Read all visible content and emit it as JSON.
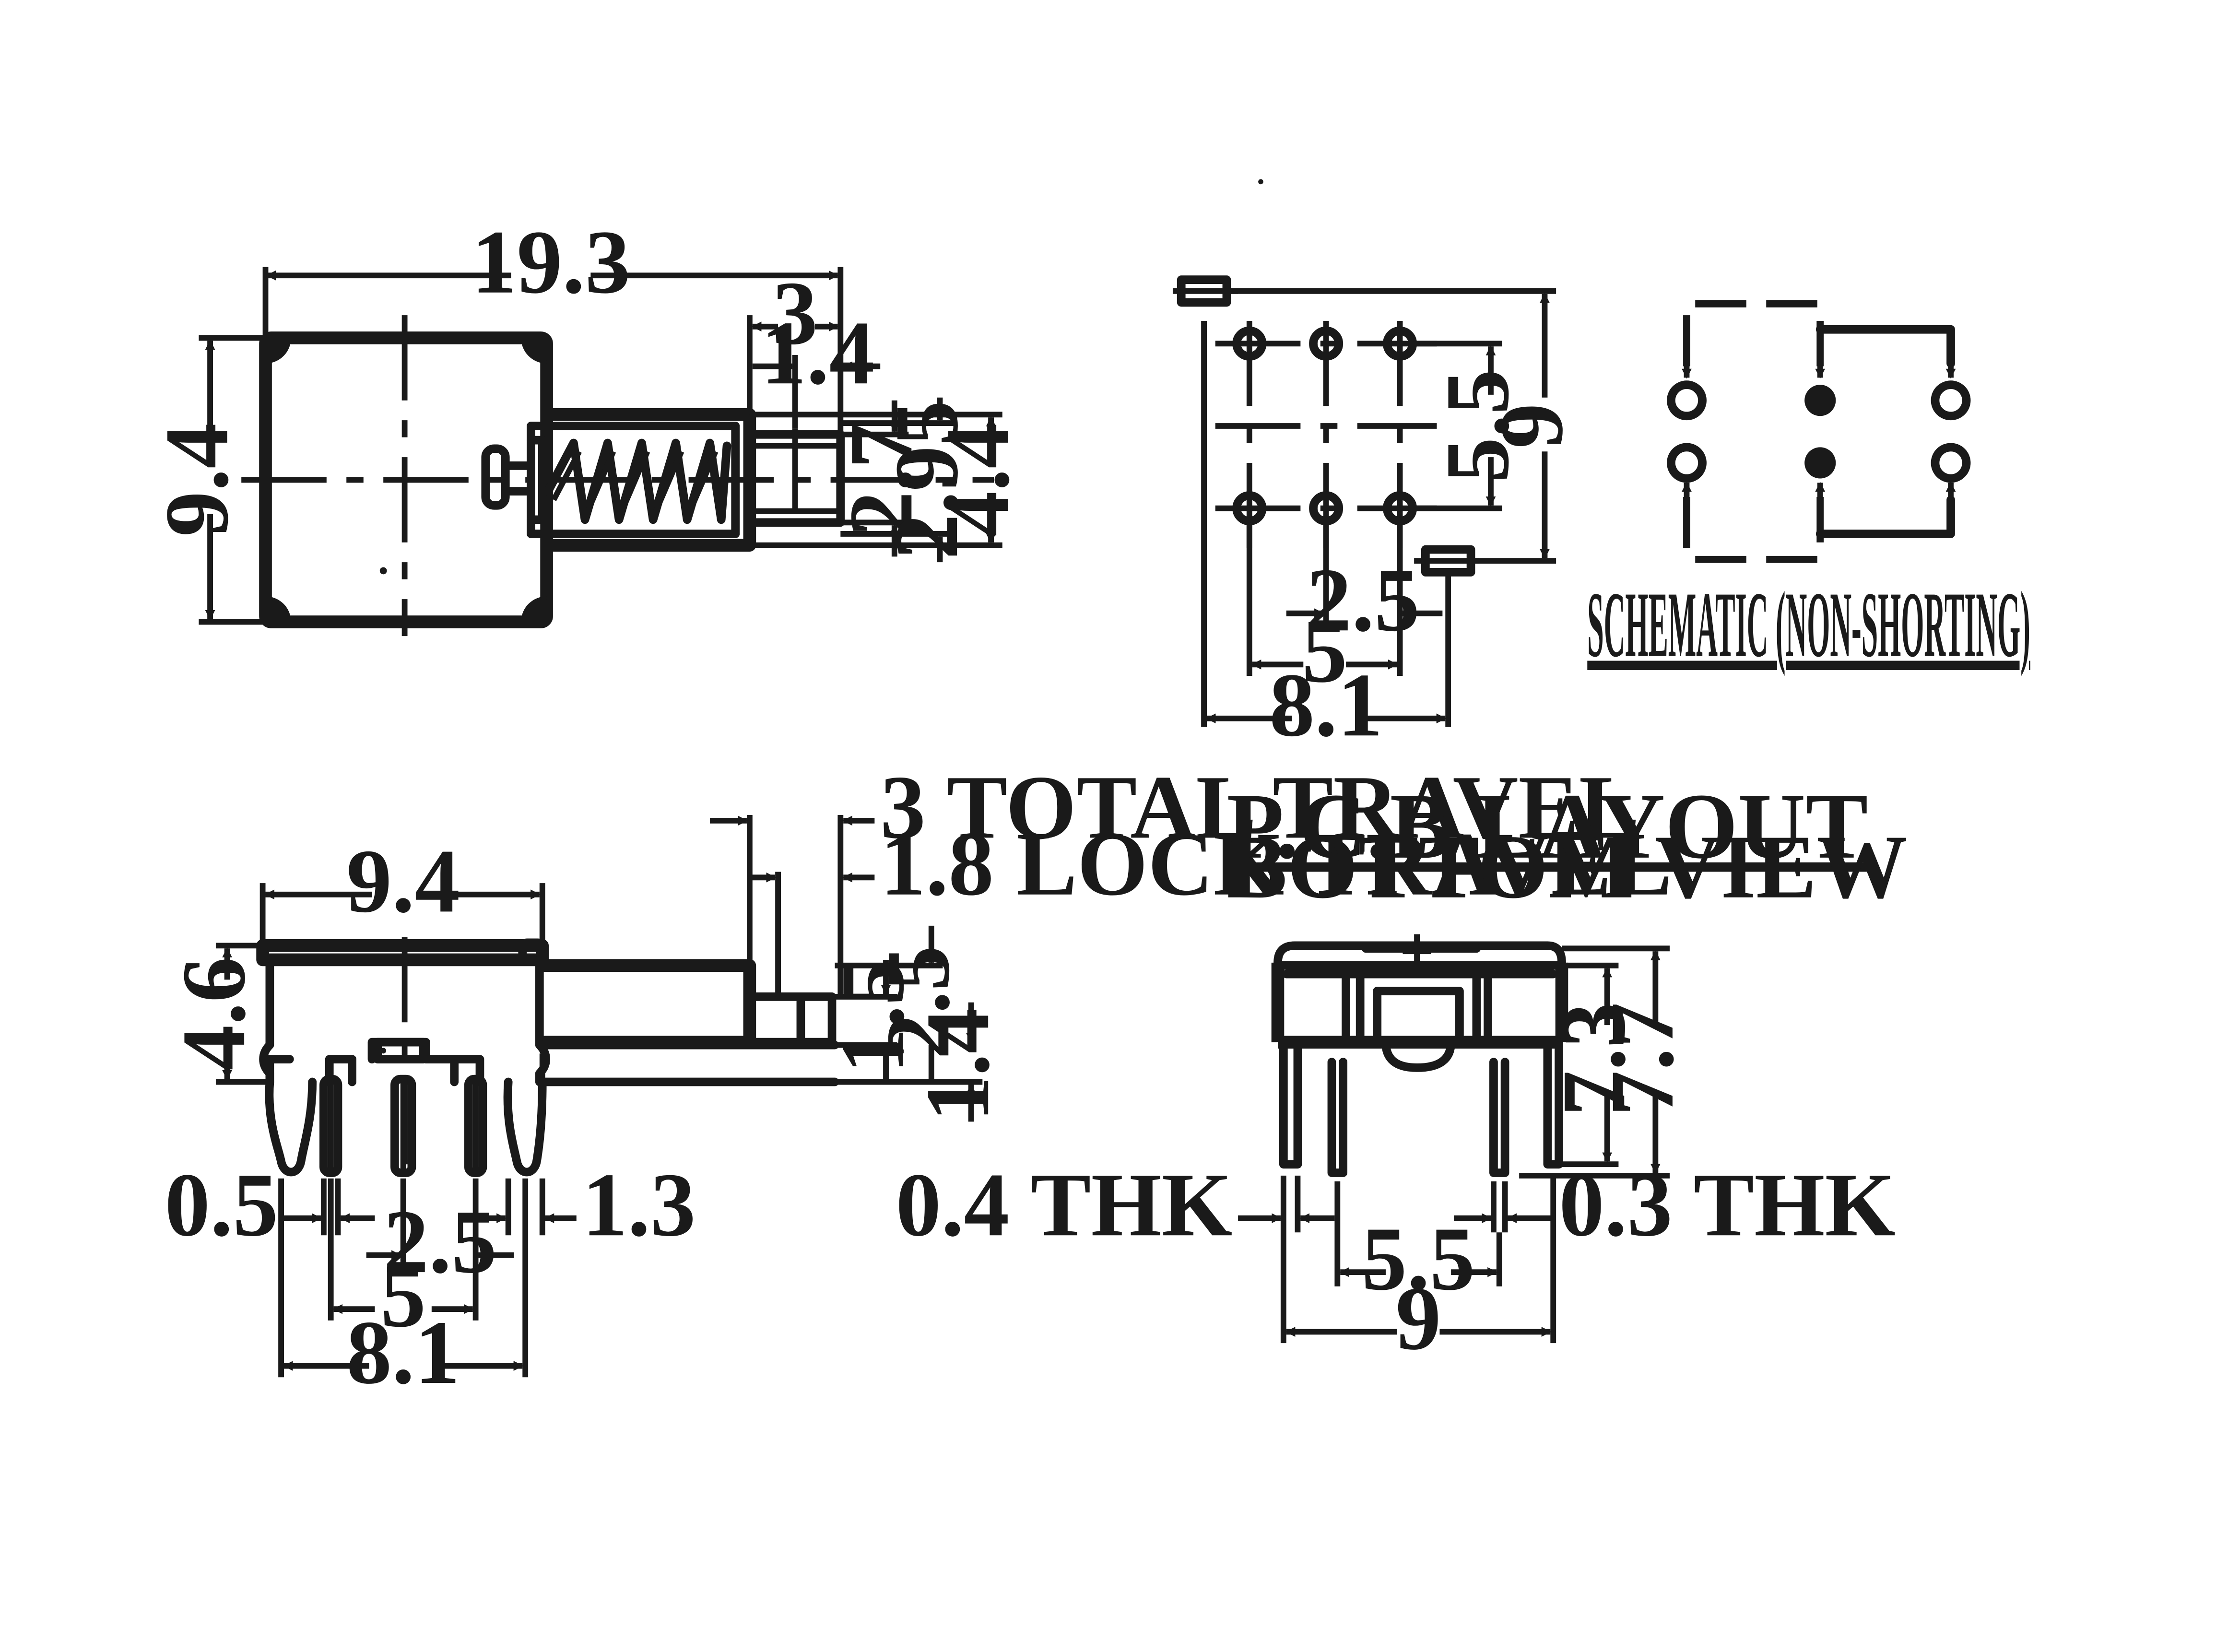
{
  "views": {
    "top": {
      "dim_length": "19.3",
      "dim_height": "9.4",
      "dim_stem": "3",
      "dim_stem_inner": "1.4",
      "dim_a": "2.7",
      "dim_b": "2.95",
      "dim_c": "4.4"
    },
    "pcb": {
      "dim_row": "5.5",
      "dim_height": "9",
      "dim_pitch": "2.5",
      "dim_span": "5",
      "dim_width": "8.1"
    },
    "schematic": {
      "label": "SCHEMATIC (NON-SHORTING)"
    },
    "side": {
      "total_travel": "3 TOTAL TRAVEL",
      "lock_travel": "1.8 LOCK TRAVEL",
      "dim_width": "9.4",
      "dim_height": "4.6",
      "dim_a": "1.5",
      "dim_b": "2.5",
      "dim_c": "1.4",
      "dim_pin": "0.5",
      "dim_pin_end": "1.3",
      "dim_pitch": "2.5",
      "dim_span": "5",
      "dim_total": "8.1"
    },
    "pcb_title": {
      "line1": "P.C.B LAYOUT",
      "line2": "BOTTOM VIEW"
    },
    "front": {
      "dim_a": "7.3",
      "dim_b": "7.7",
      "thk_left": "0.4 THK",
      "thk_right": "0.3 THK",
      "dim_pitch": "5.5",
      "dim_width": "9"
    }
  }
}
